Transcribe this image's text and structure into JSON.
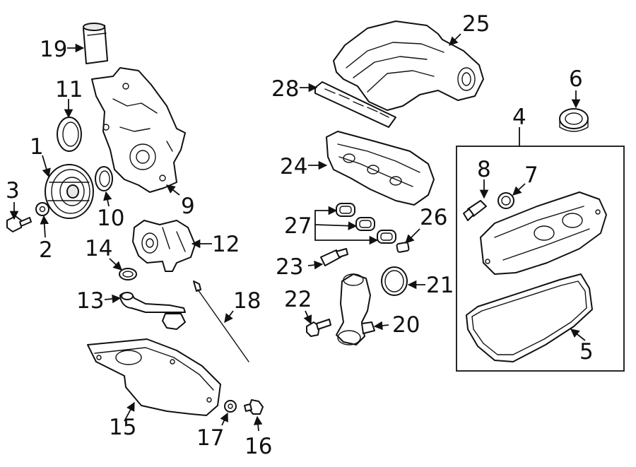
{
  "diagram": {
    "callouts": [
      {
        "id": "1",
        "text": "1"
      },
      {
        "id": "2",
        "text": "2"
      },
      {
        "id": "3",
        "text": "3"
      },
      {
        "id": "4",
        "text": "4"
      },
      {
        "id": "5",
        "text": "5"
      },
      {
        "id": "6",
        "text": "6"
      },
      {
        "id": "7",
        "text": "7"
      },
      {
        "id": "8",
        "text": "8"
      },
      {
        "id": "9",
        "text": "9"
      },
      {
        "id": "10",
        "text": "10"
      },
      {
        "id": "11",
        "text": "11"
      },
      {
        "id": "12",
        "text": "12"
      },
      {
        "id": "13",
        "text": "13"
      },
      {
        "id": "14",
        "text": "14"
      },
      {
        "id": "15",
        "text": "15"
      },
      {
        "id": "16",
        "text": "16"
      },
      {
        "id": "17",
        "text": "17"
      },
      {
        "id": "18",
        "text": "18"
      },
      {
        "id": "19",
        "text": "19"
      },
      {
        "id": "20",
        "text": "20"
      },
      {
        "id": "21",
        "text": "21"
      },
      {
        "id": "22",
        "text": "22"
      },
      {
        "id": "23",
        "text": "23"
      },
      {
        "id": "24",
        "text": "24"
      },
      {
        "id": "25",
        "text": "25"
      },
      {
        "id": "26",
        "text": "26"
      },
      {
        "id": "27",
        "text": "27"
      },
      {
        "id": "28",
        "text": "28"
      }
    ]
  },
  "colors": {
    "line": "#111111",
    "background": "#ffffff",
    "shade": "#e9e9e9"
  }
}
